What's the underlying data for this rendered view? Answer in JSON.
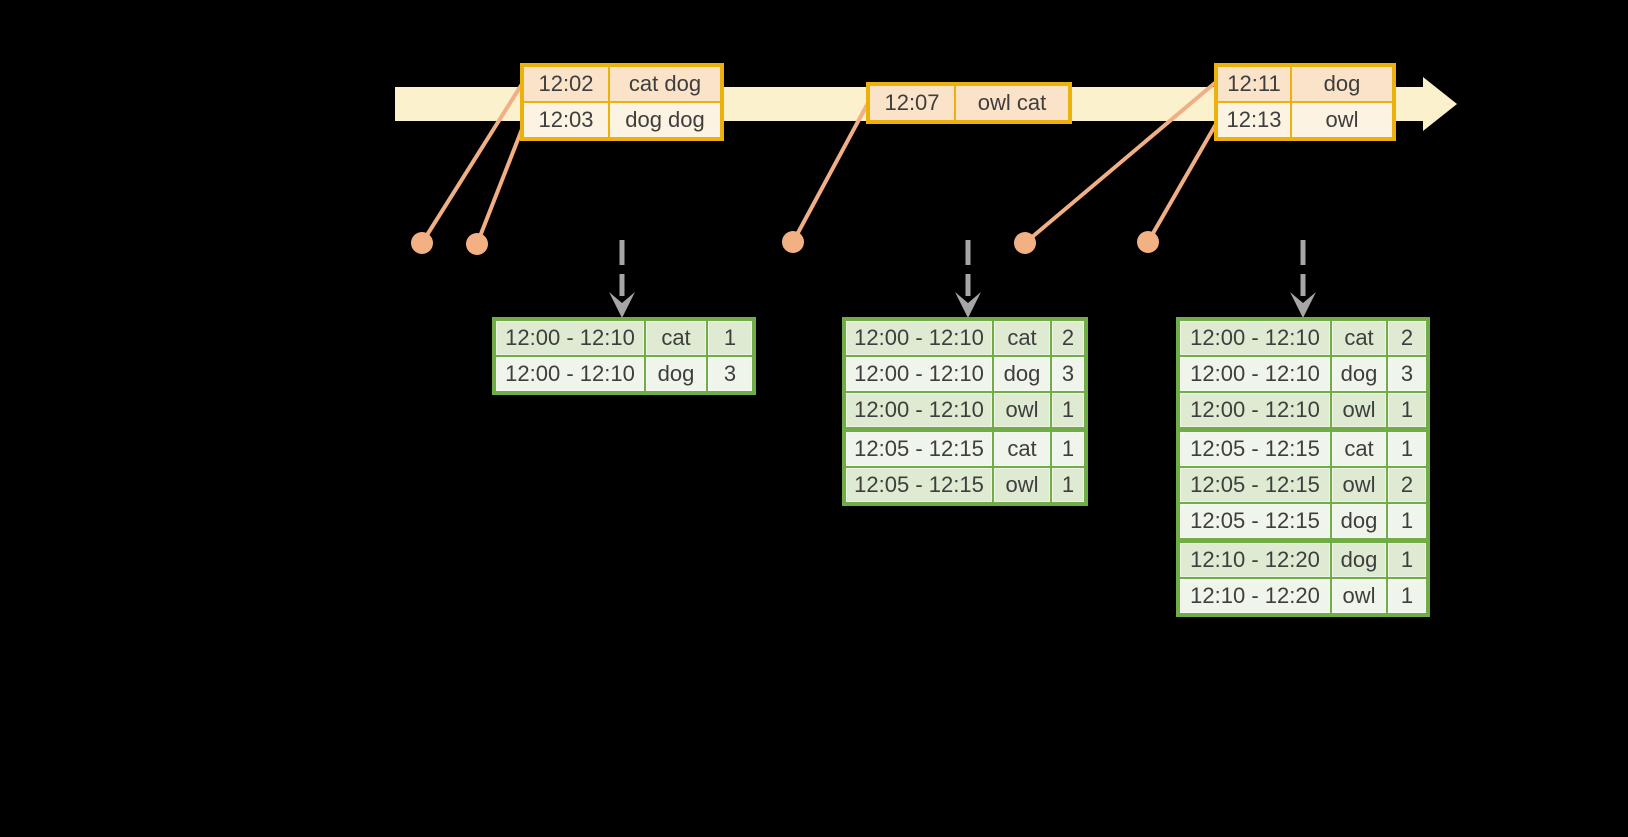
{
  "colors": {
    "bg": "#000000",
    "band": "#fbf1cd",
    "gold": "#edb10c",
    "orange-row-dark": "#fae3c8",
    "orange-row-light": "#fdf3e2",
    "green": "#70ad47",
    "green-row-dark": "#dfead2",
    "green-row-light": "#f0f5eb",
    "connector": "#f0af85",
    "dot": "#f3b183",
    "gray": "#a6a6a6",
    "text": "#3e3e3e"
  },
  "event_tables": [
    {
      "rows": [
        {
          "time": "12:02",
          "words": "cat dog"
        },
        {
          "time": "12:03",
          "words": "dog dog"
        }
      ]
    },
    {
      "rows": [
        {
          "time": "12:07",
          "words": "owl cat"
        }
      ]
    },
    {
      "rows": [
        {
          "time": "12:11",
          "words": "dog"
        },
        {
          "time": "12:13",
          "words": "owl"
        }
      ]
    }
  ],
  "result_tables": [
    {
      "rows": [
        {
          "window": "12:00 - 12:10",
          "word": "cat",
          "count": "1"
        },
        {
          "window": "12:00 - 12:10",
          "word": "dog",
          "count": "3"
        }
      ]
    },
    {
      "rows": [
        {
          "window": "12:00 - 12:10",
          "word": "cat",
          "count": "2"
        },
        {
          "window": "12:00 - 12:10",
          "word": "dog",
          "count": "3"
        },
        {
          "window": "12:00 - 12:10",
          "word": "owl",
          "count": "1"
        },
        {
          "window": "12:05 - 12:15",
          "word": "cat",
          "count": "1"
        },
        {
          "window": "12:05 - 12:15",
          "word": "owl",
          "count": "1"
        }
      ]
    },
    {
      "rows": [
        {
          "window": "12:00 - 12:10",
          "word": "cat",
          "count": "2"
        },
        {
          "window": "12:00 - 12:10",
          "word": "dog",
          "count": "3"
        },
        {
          "window": "12:00 - 12:10",
          "word": "owl",
          "count": "1"
        },
        {
          "window": "12:05 - 12:15",
          "word": "cat",
          "count": "1"
        },
        {
          "window": "12:05 - 12:15",
          "word": "owl",
          "count": "2"
        },
        {
          "window": "12:05 - 12:15",
          "word": "dog",
          "count": "1"
        },
        {
          "window": "12:10 - 12:20",
          "word": "dog",
          "count": "1"
        },
        {
          "window": "12:10 - 12:20",
          "word": "owl",
          "count": "1"
        }
      ]
    }
  ]
}
